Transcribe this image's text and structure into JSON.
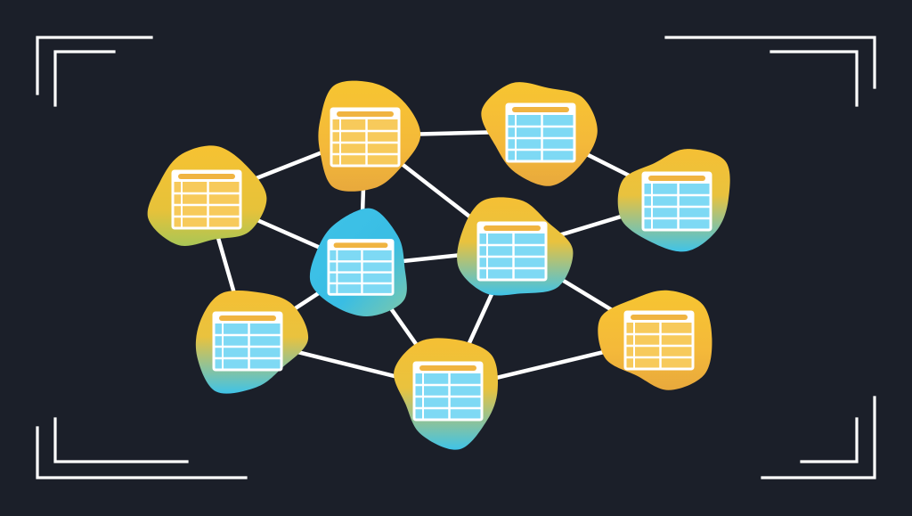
{
  "colors": {
    "background": "#1b1f29",
    "line": "#ffffff",
    "yellow": "#f5c233",
    "orange": "#f2a93b",
    "blue": "#3fc3e8",
    "table_fill_yellow": "#f7ca5b",
    "table_fill_blue": "#7ed9f4",
    "table_stroke": "#ffffff",
    "header_bar_yellow": "#f0b441",
    "header_bar_blue": "#f0b441"
  },
  "icons": {
    "node": "database-table-icon",
    "frame_corner": "corner-bracket-icon"
  },
  "nodes": [
    {
      "id": "n1",
      "tint": "yellow",
      "gradient": "yellow-green"
    },
    {
      "id": "n2",
      "tint": "yellow",
      "gradient": "yellow"
    },
    {
      "id": "n3",
      "tint": "blue",
      "gradient": "yellow"
    },
    {
      "id": "n4",
      "tint": "blue",
      "gradient": "yellow-blue"
    },
    {
      "id": "n5",
      "tint": "blue",
      "gradient": "blue-yellow"
    },
    {
      "id": "n6",
      "tint": "blue",
      "gradient": "yellow-blue"
    },
    {
      "id": "n7",
      "tint": "blue",
      "gradient": "yellow-blue"
    },
    {
      "id": "n8",
      "tint": "blue",
      "gradient": "yellow-blue"
    },
    {
      "id": "n9",
      "tint": "yellow",
      "gradient": "yellow"
    }
  ],
  "edges": [
    [
      "n1",
      "n2"
    ],
    [
      "n1",
      "n5"
    ],
    [
      "n1",
      "n7"
    ],
    [
      "n2",
      "n3"
    ],
    [
      "n2",
      "n5"
    ],
    [
      "n2",
      "n6"
    ],
    [
      "n3",
      "n4"
    ],
    [
      "n4",
      "n6"
    ],
    [
      "n5",
      "n6"
    ],
    [
      "n5",
      "n7"
    ],
    [
      "n5",
      "n8"
    ],
    [
      "n6",
      "n8"
    ],
    [
      "n6",
      "n9"
    ],
    [
      "n7",
      "n8"
    ],
    [
      "n8",
      "n9"
    ]
  ]
}
